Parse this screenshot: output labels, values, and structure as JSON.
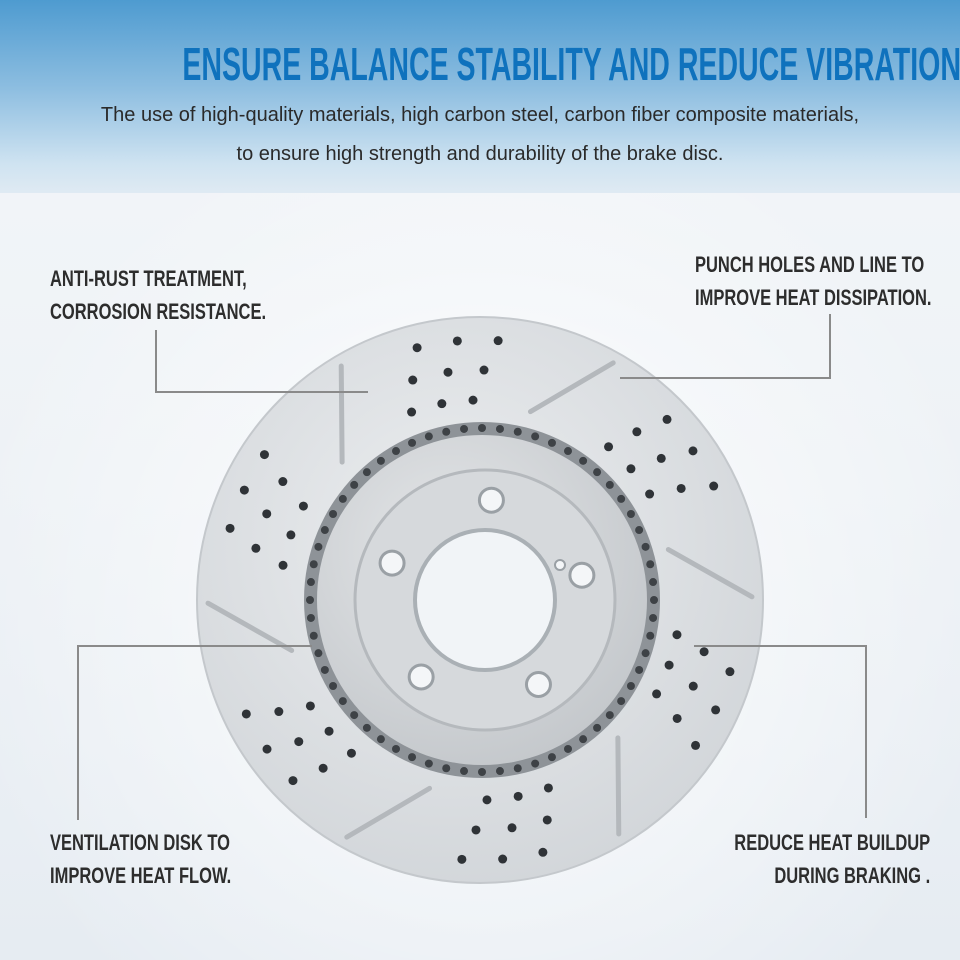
{
  "header": {
    "title": "ENSURE BALANCE STABILITY AND REDUCE VIBRATION",
    "subtitle_line1": "The use of high-quality materials, high carbon steel, carbon fiber composite materials,",
    "subtitle_line2": "to ensure high strength and durability of the brake disc."
  },
  "callouts": {
    "anti_rust": [
      "ANTI-RUST TREATMENT,",
      "CORROSION RESISTANCE."
    ],
    "punch_holes": [
      "PUNCH HOLES AND LINE TO",
      "IMPROVE HEAT DISSIPATION."
    ],
    "ventilation": [
      "VENTILATION DISK TO",
      "IMPROVE HEAT FLOW."
    ],
    "heat_buildup": [
      "REDUCE HEAT BUILDUP",
      "DURING BRAKING ."
    ]
  },
  "colors": {
    "title": "#0f72bd",
    "header_top": "#4e9bd0",
    "disc": "#d9dcdf",
    "leader_line": "#8a8a8a"
  }
}
